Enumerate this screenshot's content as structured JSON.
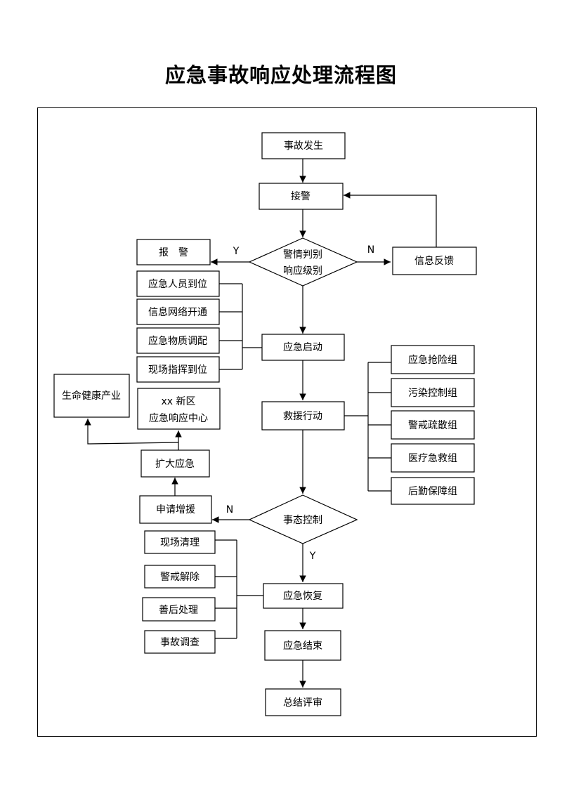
{
  "title": "应急事故响应处理流程图",
  "nodes": {
    "incident": "事故发生",
    "alarm_receive": "接警",
    "judge_line1": "警情判别",
    "judge_line2": "响应级别",
    "report": "报　警",
    "feedback": "信息反馈",
    "personnel": "应急人员到位",
    "network": "信息网络开通",
    "materials": "应急物质调配",
    "command": "现场指挥到位",
    "startup": "应急启动",
    "health": "生命健康产业",
    "center_line1": "xx 新区",
    "center_line2": "应急响应中心",
    "rescue": "救援行动",
    "group_rescue": "应急抢险组",
    "group_pollution": "污染控制组",
    "group_cordon": "警戒疏散组",
    "group_medical": "医疗急救组",
    "group_logistics": "后勤保障组",
    "expand": "扩大应急",
    "request": "申请增援",
    "control": "事态控制",
    "cleanup": "现场清理",
    "lift_cordon": "警戒解除",
    "aftermath": "善后处理",
    "investigate": "事故调查",
    "recovery": "应急恢复",
    "end": "应急结束",
    "review": "总结评审"
  },
  "labels": {
    "y_judge": "Y",
    "n_judge": "N",
    "n_control": "N",
    "y_control": "Y"
  }
}
